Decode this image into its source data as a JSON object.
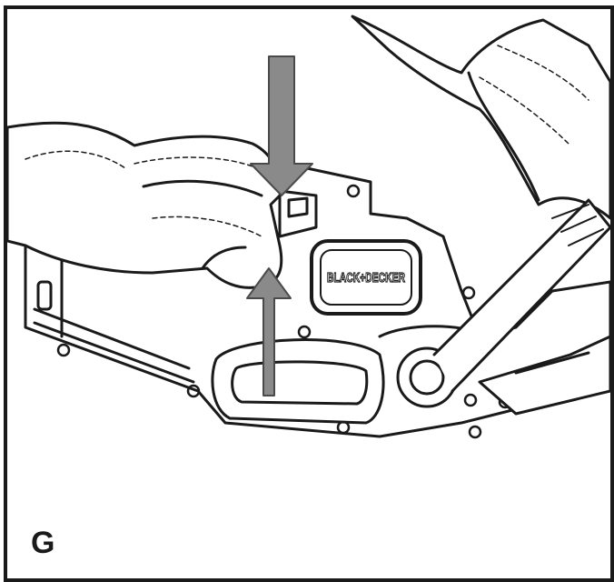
{
  "figure": {
    "label": "G",
    "logo_text": "BLACK+DECKER"
  },
  "colors": {
    "line": "#1a1a1a",
    "arrow_fill": "#8a8a8a",
    "arrow_stroke": "#4a4a4a",
    "background": "#ffffff"
  },
  "icons": [
    "down-arrow-icon",
    "up-arrow-icon",
    "brand-logo"
  ]
}
